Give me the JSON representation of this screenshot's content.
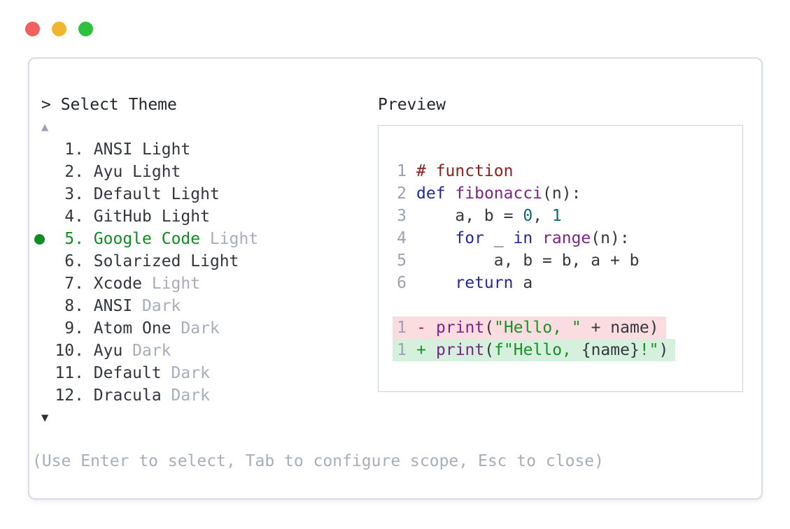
{
  "window": {
    "dots": [
      {
        "name": "close",
        "color": "#f0605e"
      },
      {
        "name": "minimize",
        "color": "#f1b52f"
      },
      {
        "name": "maximize",
        "color": "#2ec13e"
      }
    ]
  },
  "palette": {
    "panel_border": "#d8dde4",
    "preview_border": "#ccd2da",
    "text_dark": "#32373e",
    "text_grey": "#a6aeba",
    "line_number_grey": "#9ba3b2",
    "selection_green": "#0e8e20",
    "code_comment": "#8d1f1f",
    "code_keyword": "#24289d",
    "code_title": "#7c2488",
    "code_number": "#0d6b6f",
    "code_string": "#1a9127",
    "diff_minus": "#a52834",
    "diff_plus": "#17912b",
    "diff_removed_bg": "#fbdce0",
    "diff_added_bg": "#d5f0dd"
  },
  "selector": {
    "prompt": "> Select Theme",
    "scroll_up_icon": "▲",
    "scroll_down_icon": "▼",
    "items": [
      {
        "number": "1.",
        "name": "ANSI Light",
        "suffix": "",
        "selected": false
      },
      {
        "number": "2.",
        "name": "Ayu Light",
        "suffix": "",
        "selected": false
      },
      {
        "number": "3.",
        "name": "Default Light",
        "suffix": "",
        "selected": false
      },
      {
        "number": "4.",
        "name": "GitHub Light",
        "suffix": "",
        "selected": false
      },
      {
        "number": "5.",
        "name": "Google Code",
        "suffix": "Light",
        "selected": true
      },
      {
        "number": "6.",
        "name": "Solarized Light",
        "suffix": "",
        "selected": false
      },
      {
        "number": "7.",
        "name": "Xcode",
        "suffix": "Light",
        "selected": false
      },
      {
        "number": "8.",
        "name": "ANSI",
        "suffix": "Dark",
        "selected": false
      },
      {
        "number": "9.",
        "name": "Atom One",
        "suffix": "Dark",
        "selected": false
      },
      {
        "number": "10.",
        "name": "Ayu",
        "suffix": "Dark",
        "selected": false
      },
      {
        "number": "11.",
        "name": "Default",
        "suffix": "Dark",
        "selected": false
      },
      {
        "number": "12.",
        "name": "Dracula",
        "suffix": "Dark",
        "selected": false
      }
    ],
    "hint": "(Use Enter to select, Tab to configure scope, Esc to close)"
  },
  "preview": {
    "label": "Preview",
    "code_lines": [
      {
        "ln": "1",
        "tokens": [
          {
            "t": "# function",
            "c": "comment"
          }
        ]
      },
      {
        "ln": "2",
        "tokens": [
          {
            "t": "def",
            "c": "keyword"
          },
          {
            "t": " "
          },
          {
            "t": "fibonacci",
            "c": "title"
          },
          {
            "t": "(n):"
          }
        ]
      },
      {
        "ln": "3",
        "tokens": [
          {
            "t": "    a, b = "
          },
          {
            "t": "0",
            "c": "number"
          },
          {
            "t": ", "
          },
          {
            "t": "1",
            "c": "number"
          }
        ]
      },
      {
        "ln": "4",
        "tokens": [
          {
            "t": "    "
          },
          {
            "t": "for",
            "c": "keyword"
          },
          {
            "t": " _ "
          },
          {
            "t": "in",
            "c": "keyword"
          },
          {
            "t": " "
          },
          {
            "t": "range",
            "c": "title"
          },
          {
            "t": "(n):"
          }
        ]
      },
      {
        "ln": "5",
        "tokens": [
          {
            "t": "        a, b = b, a + b"
          }
        ]
      },
      {
        "ln": "6",
        "tokens": [
          {
            "t": "    "
          },
          {
            "t": "return",
            "c": "keyword"
          },
          {
            "t": " a"
          }
        ]
      }
    ],
    "diff_lines": [
      {
        "ln": "1",
        "sign": "-",
        "kind": "removed",
        "tokens": [
          {
            "t": "print",
            "c": "title"
          },
          {
            "t": "("
          },
          {
            "t": "\"Hello, \"",
            "c": "string"
          },
          {
            "t": " + name)"
          }
        ]
      },
      {
        "ln": "1",
        "sign": "+",
        "kind": "added",
        "tokens": [
          {
            "t": "print",
            "c": "title"
          },
          {
            "t": "("
          },
          {
            "t": "f\"Hello, ",
            "c": "string"
          },
          {
            "t": "{name}"
          },
          {
            "t": "!\"",
            "c": "string"
          },
          {
            "t": ")"
          }
        ]
      }
    ]
  }
}
